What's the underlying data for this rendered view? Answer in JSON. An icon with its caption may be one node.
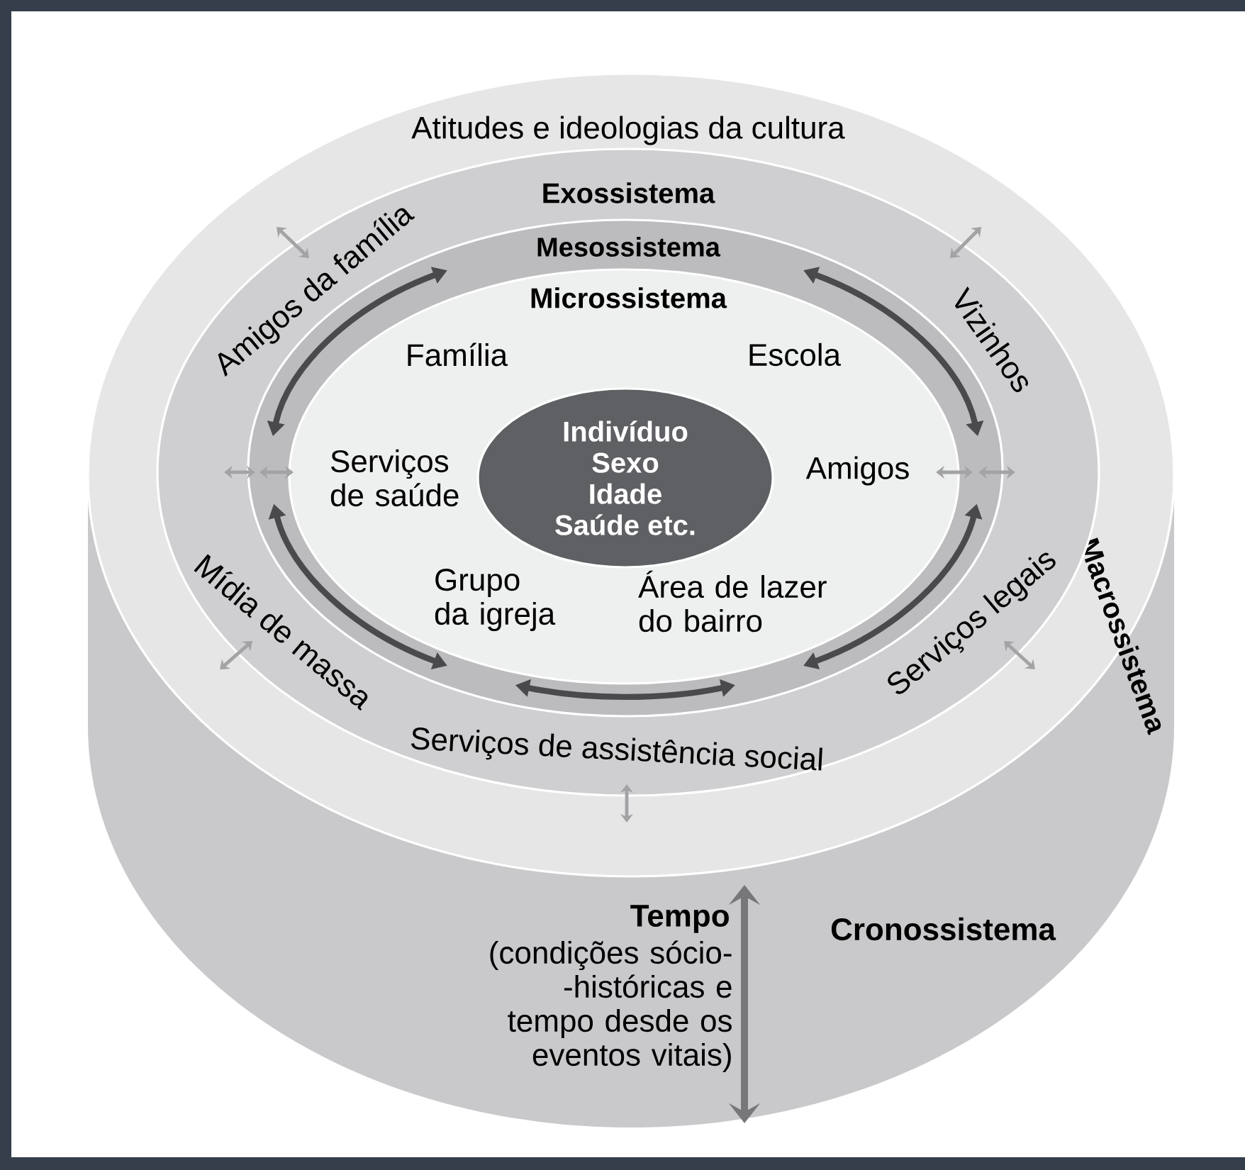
{
  "diagram": {
    "nodes": [
      {
        "text": [
          "Tempo",
          "(condições sócio- -históricas e tempo desde os eventos vitais)",
          "Cronossistema"
        ]
      },
      {
        "text": [
          "Atitudes e ideologias da cultura",
          "Macrossistema"
        ],
        "in": 0
      },
      {
        "text": [
          "Exossistema",
          "Amigos da família",
          "Vizinhos",
          "Mídia de massa",
          "Serviços legais",
          "Serviços de assistência social"
        ],
        "in": 1
      },
      {
        "text": [
          "Mesossistema"
        ],
        "in": 2
      },
      {
        "text": [
          "Microssistema"
        ],
        "in": 3
      },
      {
        "text": [
          "Família"
        ],
        "in": 4
      },
      {
        "text": [
          "Escola"
        ],
        "in": 4
      },
      {
        "text": [
          "Serviços de saúde"
        ],
        "in": 4
      },
      {
        "text": [
          "Amigos"
        ],
        "in": 4
      },
      {
        "text": [
          "Grupo da igreja"
        ],
        "in": 4
      },
      {
        "text": [
          "Área de lazer do bairro"
        ],
        "in": 4
      },
      {
        "text": [
          "Indivíduo Sexo Idade Saúde etc."
        ],
        "in": 4
      }
    ]
  }
}
